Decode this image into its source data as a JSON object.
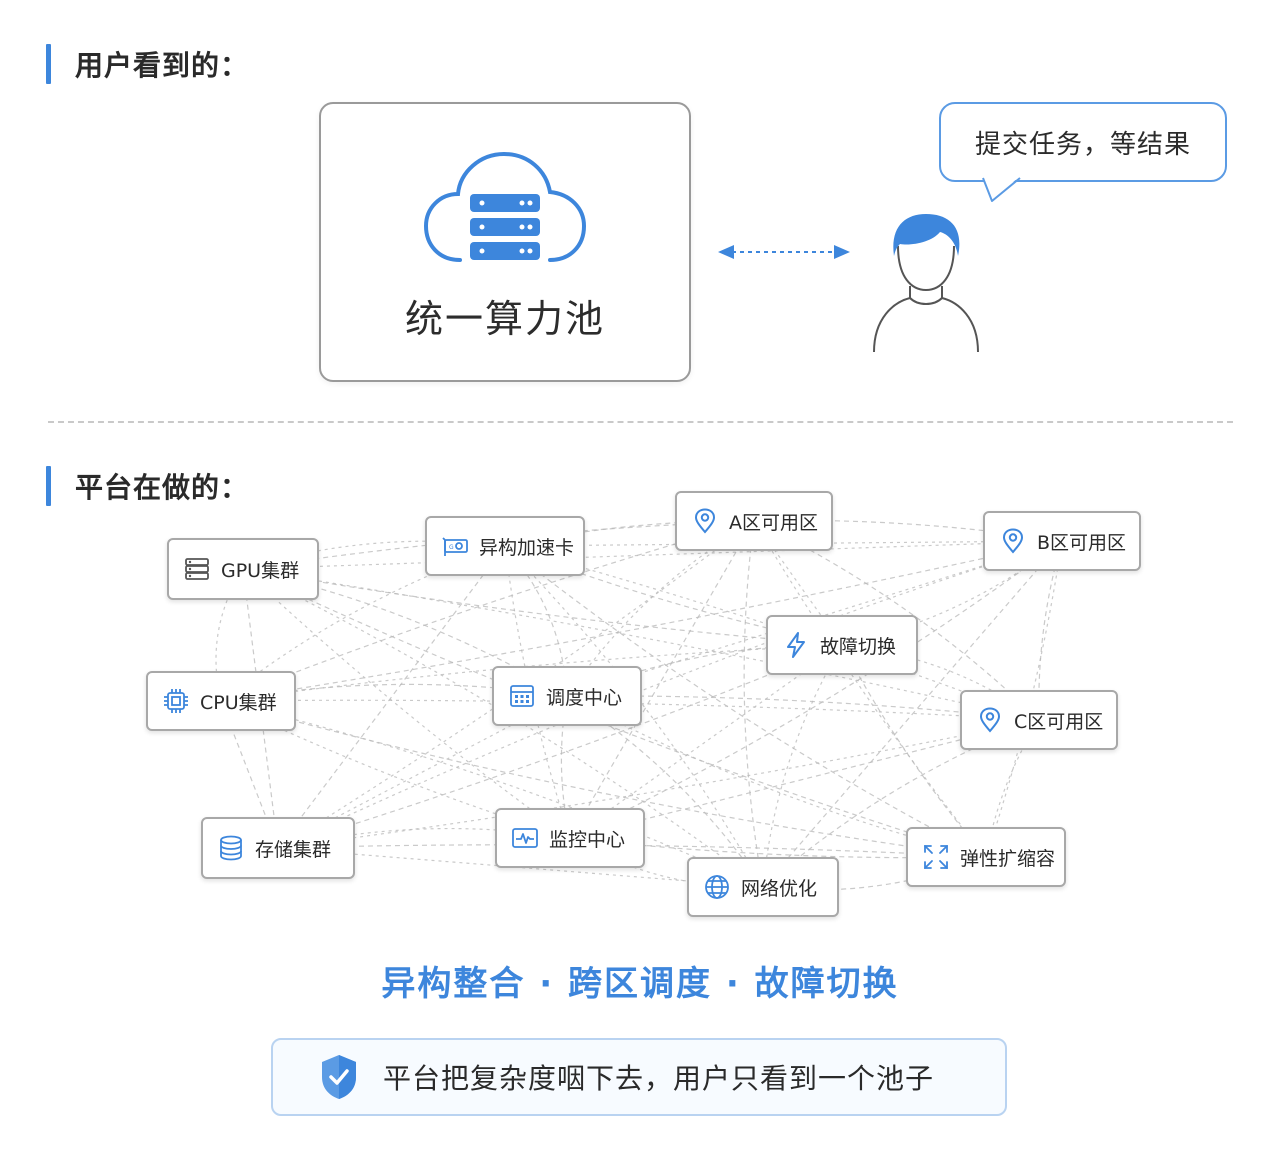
{
  "user_view": {
    "heading": "用户看到的：",
    "pool_label": "统一算力池",
    "speech": "提交任务，等结果"
  },
  "platform_view": {
    "heading": "平台在做的：",
    "nodes": [
      {
        "id": "gpu",
        "label": "GPU集群",
        "icon": "server-rack-icon"
      },
      {
        "id": "accel",
        "label": "异构加速卡",
        "icon": "gpu-card-icon"
      },
      {
        "id": "zone_a",
        "label": "A区可用区",
        "icon": "location-pin-icon"
      },
      {
        "id": "zone_b",
        "label": "B区可用区",
        "icon": "location-pin-icon"
      },
      {
        "id": "failover",
        "label": "故障切换",
        "icon": "lightning-icon"
      },
      {
        "id": "cpu",
        "label": "CPU集群",
        "icon": "cpu-chip-icon"
      },
      {
        "id": "sched",
        "label": "调度中心",
        "icon": "calendar-grid-icon"
      },
      {
        "id": "zone_c",
        "label": "C区可用区",
        "icon": "location-pin-icon"
      },
      {
        "id": "storage",
        "label": "存储集群",
        "icon": "database-icon"
      },
      {
        "id": "monitor",
        "label": "监控中心",
        "icon": "pulse-monitor-icon"
      },
      {
        "id": "scale",
        "label": "弹性扩缩容",
        "icon": "expand-arrows-icon"
      },
      {
        "id": "network",
        "label": "网络优化",
        "icon": "globe-icon"
      }
    ],
    "tagline": "异构整合 · 跨区调度 · 故障切换",
    "summary": "平台把复杂度咽下去，用户只看到一个池子"
  },
  "colors": {
    "accent": "#3d86dc",
    "border": "#a8a8a8",
    "edge": "#b8b8b8"
  }
}
